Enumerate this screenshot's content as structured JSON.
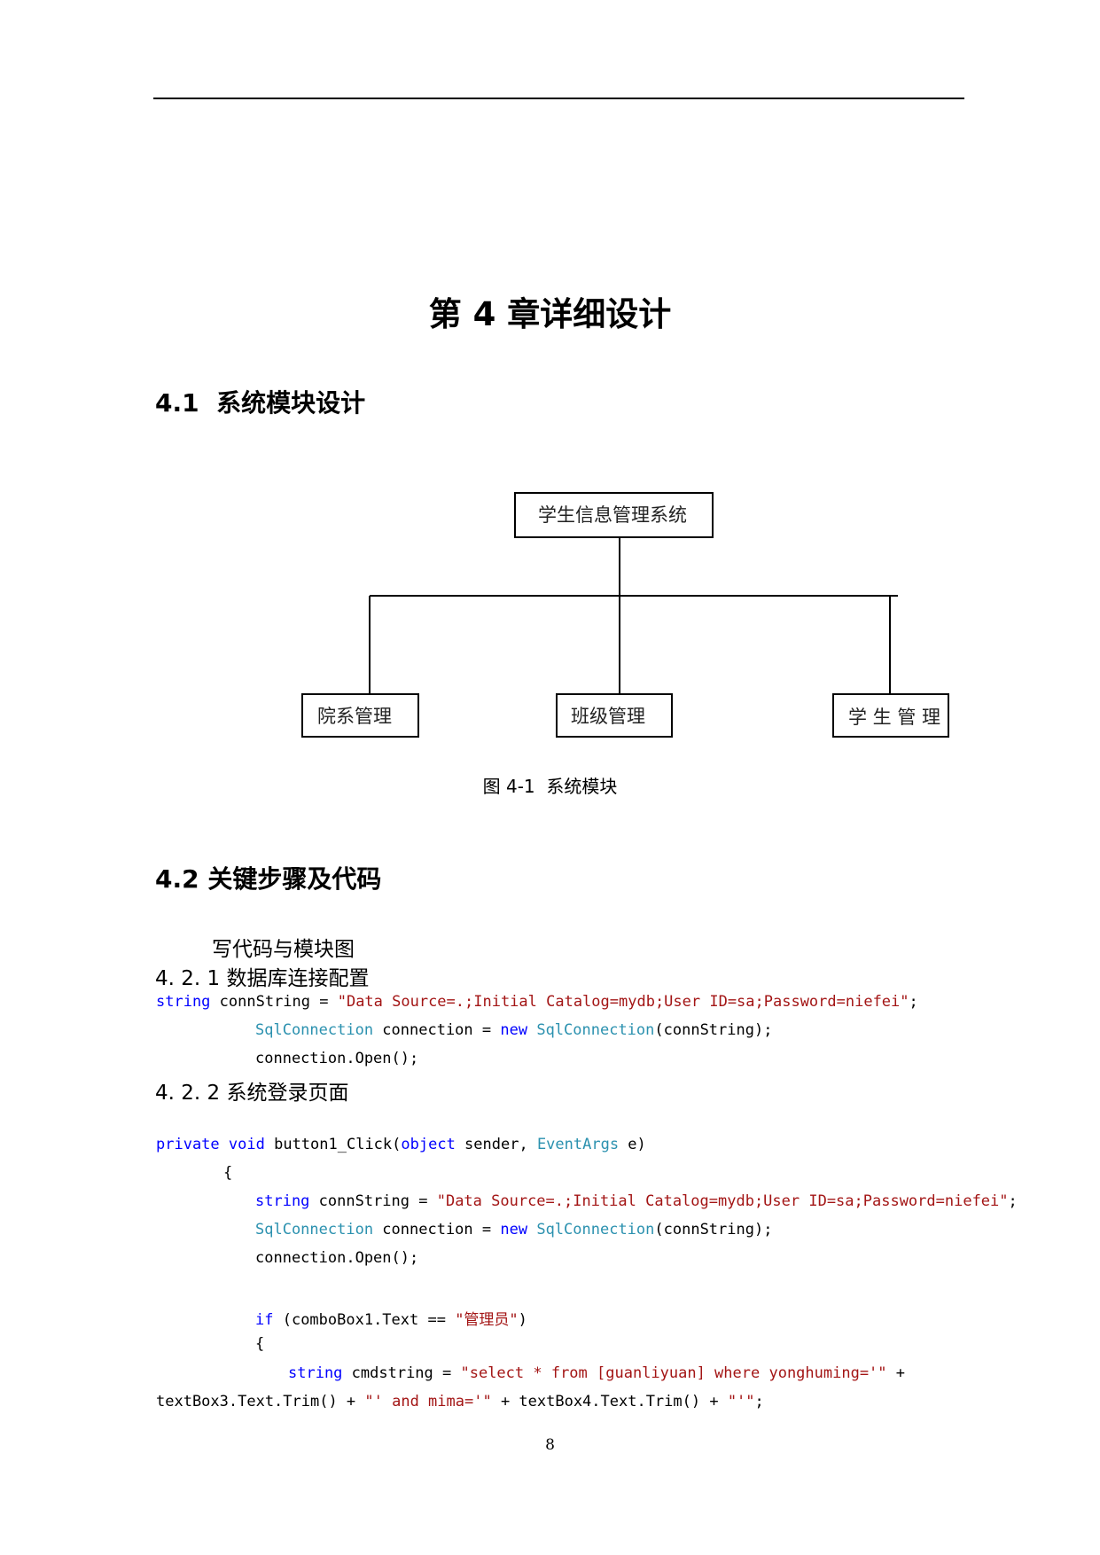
{
  "chapter_title": "第 4 章详细设计",
  "section_4_1": "4.1  系统模块设计",
  "diagram": {
    "root": "学生信息管理系统",
    "children": [
      "院系管理",
      "班级管理",
      "学 生 管 理"
    ]
  },
  "figure_caption": "图 4-1  系统模块",
  "section_4_2": "4.2 关键步骤及代码",
  "intro": "写代码与模块图",
  "sub_4_2_1": "4. 2. 1 数据库连接配置",
  "sub_4_2_2": "4. 2. 2 系统登录页面",
  "code1": {
    "l1_kw": "string",
    "l1_plain": " connString = ",
    "l1_str": "\"Data Source=.;Initial Catalog=mydb;User ID=sa;Password=niefei\"",
    "l1_end": ";",
    "l2_type": "SqlConnection",
    "l2_plain": " connection = ",
    "l2_kw": "new",
    "l2_sp": " ",
    "l2_type2": "SqlConnection",
    "l2_end": "(connString);",
    "l3": "connection.Open();"
  },
  "code2": {
    "l1_kw1": "private",
    "l1_sp1": " ",
    "l1_kw2": "void",
    "l1_plain1": " button1_Click(",
    "l1_kw3": "object",
    "l1_plain2": " sender, ",
    "l1_type": "EventArgs",
    "l1_end": " e)",
    "l2": "{",
    "l3_kw": "string",
    "l3_plain": " connString = ",
    "l3_str": "\"Data Source=.;Initial Catalog=mydb;User ID=sa;Password=niefei\"",
    "l3_end": ";",
    "l4_type": "SqlConnection",
    "l4_plain": " connection = ",
    "l4_kw": "new",
    "l4_sp": " ",
    "l4_type2": "SqlConnection",
    "l4_end": "(connString);",
    "l5": "connection.Open();",
    "l6_kw": "if",
    "l6_plain": " (comboBox1.Text == ",
    "l6_str": "\"管理员\"",
    "l6_end": ")",
    "l7": "{",
    "l8_kw": "string",
    "l8_plain": " cmdstring = ",
    "l8_str": "\"select * from [guanliyuan] where yonghuming='\"",
    "l8_end": " +",
    "l9_plain1": "textBox3.Text.Trim() + ",
    "l9_str1": "\"' and mima='\"",
    "l9_plain2": " + textBox4.Text.Trim() + ",
    "l9_str2": "\"'\"",
    "l9_end": ";"
  },
  "page_number": "8"
}
